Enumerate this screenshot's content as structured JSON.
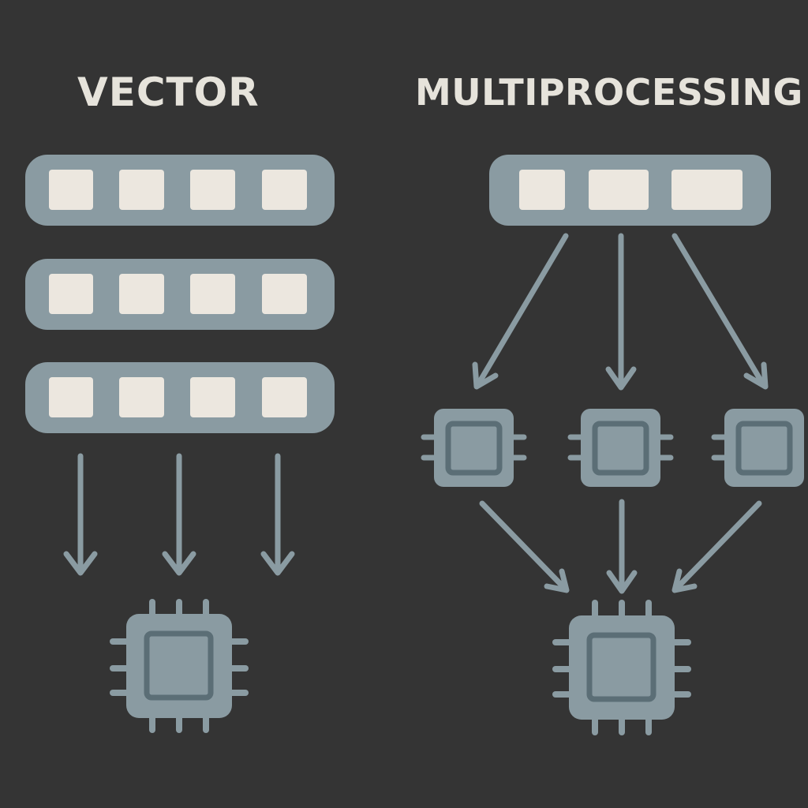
{
  "panels": {
    "vector": {
      "title": "VECTOR"
    },
    "multiprocessing": {
      "title": "MULTIPROCESSING"
    }
  },
  "colors": {
    "background": "#343434",
    "title_text": "#e6e3db",
    "bar": "#8a9ba2",
    "cell": "#ece7df",
    "chip_body": "#8a9ba2",
    "chip_core": "#8a9ba2",
    "chip_core_border": "#5b6e76",
    "arrow": "#8a9ba2"
  },
  "icons": {
    "vector_processor": "cpu-chip-icon",
    "multiprocessing_workers": "cpu-chip-icon",
    "multiprocessing_output": "cpu-chip-icon"
  },
  "structure": {
    "vector_rows": 3,
    "vector_cells_per_row": 4,
    "vector_arrows": 3,
    "mp_cells": 3,
    "mp_workers": 3
  }
}
